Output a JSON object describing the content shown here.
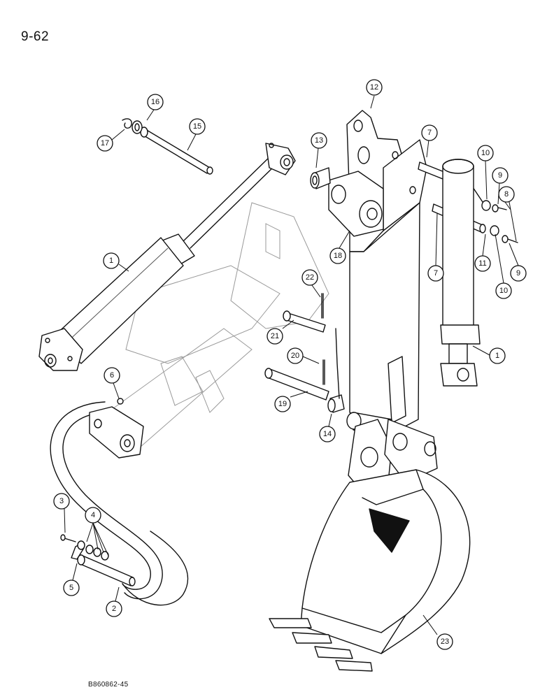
{
  "page": {
    "page_number": "9-62",
    "figure_code": "B860862-45"
  },
  "callouts": [
    {
      "id": "c12",
      "label": "12"
    },
    {
      "id": "c16",
      "label": "16"
    },
    {
      "id": "c15",
      "label": "15"
    },
    {
      "id": "c17",
      "label": "17"
    },
    {
      "id": "c7a",
      "label": "7"
    },
    {
      "id": "c13",
      "label": "13"
    },
    {
      "id": "c10a",
      "label": "10"
    },
    {
      "id": "c9a",
      "label": "9"
    },
    {
      "id": "c8",
      "label": "8"
    },
    {
      "id": "c1a",
      "label": "1"
    },
    {
      "id": "c18",
      "label": "18"
    },
    {
      "id": "c11",
      "label": "11"
    },
    {
      "id": "c7b",
      "label": "7"
    },
    {
      "id": "c9b",
      "label": "9"
    },
    {
      "id": "c10b",
      "label": "10"
    },
    {
      "id": "c22",
      "label": "22"
    },
    {
      "id": "c21",
      "label": "21"
    },
    {
      "id": "c1b",
      "label": "1"
    },
    {
      "id": "c20",
      "label": "20"
    },
    {
      "id": "c6",
      "label": "6"
    },
    {
      "id": "c19",
      "label": "19"
    },
    {
      "id": "c14",
      "label": "14"
    },
    {
      "id": "c3",
      "label": "3"
    },
    {
      "id": "c4",
      "label": "4"
    },
    {
      "id": "c5",
      "label": "5"
    },
    {
      "id": "c2",
      "label": "2"
    },
    {
      "id": "c23",
      "label": "23"
    }
  ]
}
